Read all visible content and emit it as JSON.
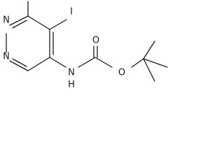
{
  "structure": {
    "atoms": {
      "iodine": "I",
      "ring_n_upper": "N",
      "ring_n_lower": "N",
      "amide_n": "N",
      "amide_h": "H",
      "carbonyl_o": "O",
      "ester_o": "O"
    }
  }
}
